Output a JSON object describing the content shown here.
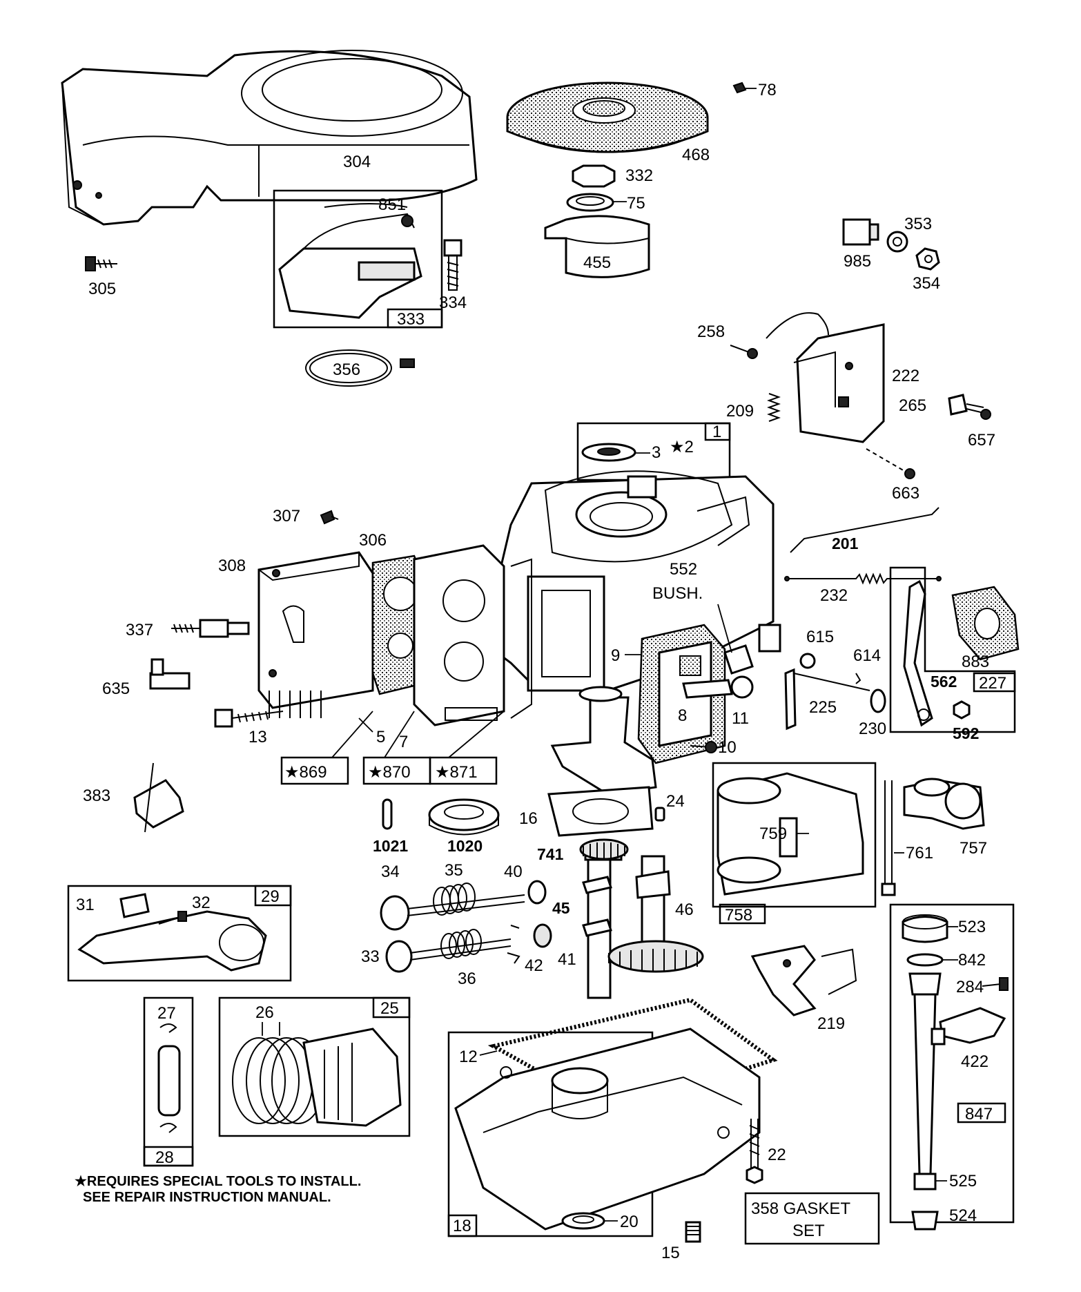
{
  "callouts": {
    "c304": "304",
    "c851": "851",
    "c333": "333",
    "c305": "305",
    "c334": "334",
    "c356": "356",
    "c468": "468",
    "c78": "78",
    "c332": "332",
    "c75": "75",
    "c455": "455",
    "c353": "353",
    "c985": "985",
    "c354": "354",
    "c258": "258",
    "c222": "222",
    "c209": "209",
    "c265": "265",
    "c657": "657",
    "c663": "663",
    "c1": "1",
    "c3": "3",
    "c2": "★2",
    "c307": "307",
    "c306": "306",
    "c308": "308",
    "c337": "337",
    "c635": "635",
    "c13": "13",
    "c5": "5",
    "c7": "7",
    "c869": "★869",
    "c870": "★870",
    "c871": "★871",
    "c201": "201",
    "c552": "552",
    "cbush": "BUSH.",
    "c232": "232",
    "c9": "9",
    "c8": "8",
    "c11": "11",
    "c10": "10",
    "c615": "615",
    "c614": "614",
    "c225": "225",
    "c230": "230",
    "c883": "883",
    "c562": "562",
    "c227": "227",
    "c592": "592",
    "c383": "383",
    "c1021": "1021",
    "c1020": "1020",
    "c16": "16",
    "c24": "24",
    "c741": "741",
    "c759": "759",
    "c761": "761",
    "c757": "757",
    "c758": "758",
    "c31": "31",
    "c32": "32",
    "c29": "29",
    "c34": "34",
    "c35": "35",
    "c40": "40",
    "c45": "45",
    "c46": "46",
    "c33": "33",
    "c36": "36",
    "c42": "42",
    "c41": "41",
    "c523": "523",
    "c842": "842",
    "c284": "284",
    "c422": "422",
    "c847": "847",
    "c525": "525",
    "c524": "524",
    "c27": "27",
    "c28": "28",
    "c26": "26",
    "c25": "25",
    "c12": "12",
    "c219": "219",
    "c22": "22",
    "c18": "18",
    "c20": "20",
    "c15": "15",
    "gasket1": "358 GASKET",
    "gasket2": "SET"
  },
  "footnote": {
    "line1": "★REQUIRES SPECIAL TOOLS TO INSTALL.",
    "line2": "SEE REPAIR INSTRUCTION MANUAL."
  }
}
